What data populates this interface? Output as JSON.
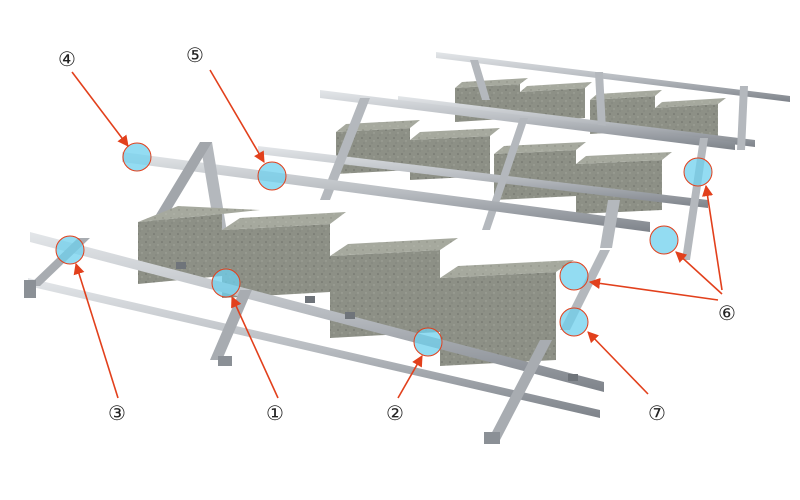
{
  "figure": {
    "description_text": "",
    "callouts": [
      {
        "id": "c4",
        "label": "④",
        "target_count": 1
      },
      {
        "id": "c5",
        "label": "⑤",
        "target_count": 1
      },
      {
        "id": "c3",
        "label": "③",
        "target_count": 1
      },
      {
        "id": "c1",
        "label": "①",
        "target_count": 1
      },
      {
        "id": "c2",
        "label": "②",
        "target_count": 1
      },
      {
        "id": "c6",
        "label": "⑥",
        "target_count": 3
      },
      {
        "id": "c7",
        "label": "⑦",
        "target_count": 1
      }
    ],
    "colors": {
      "rail": "#c9ccd0",
      "rail_shadow": "#8b9096",
      "concrete": "#8a8d82",
      "concrete_top": "#a3a69b",
      "concrete_side": "#6f726a",
      "highlight": "#6fd0ee",
      "arrow": "#e2401c"
    }
  }
}
